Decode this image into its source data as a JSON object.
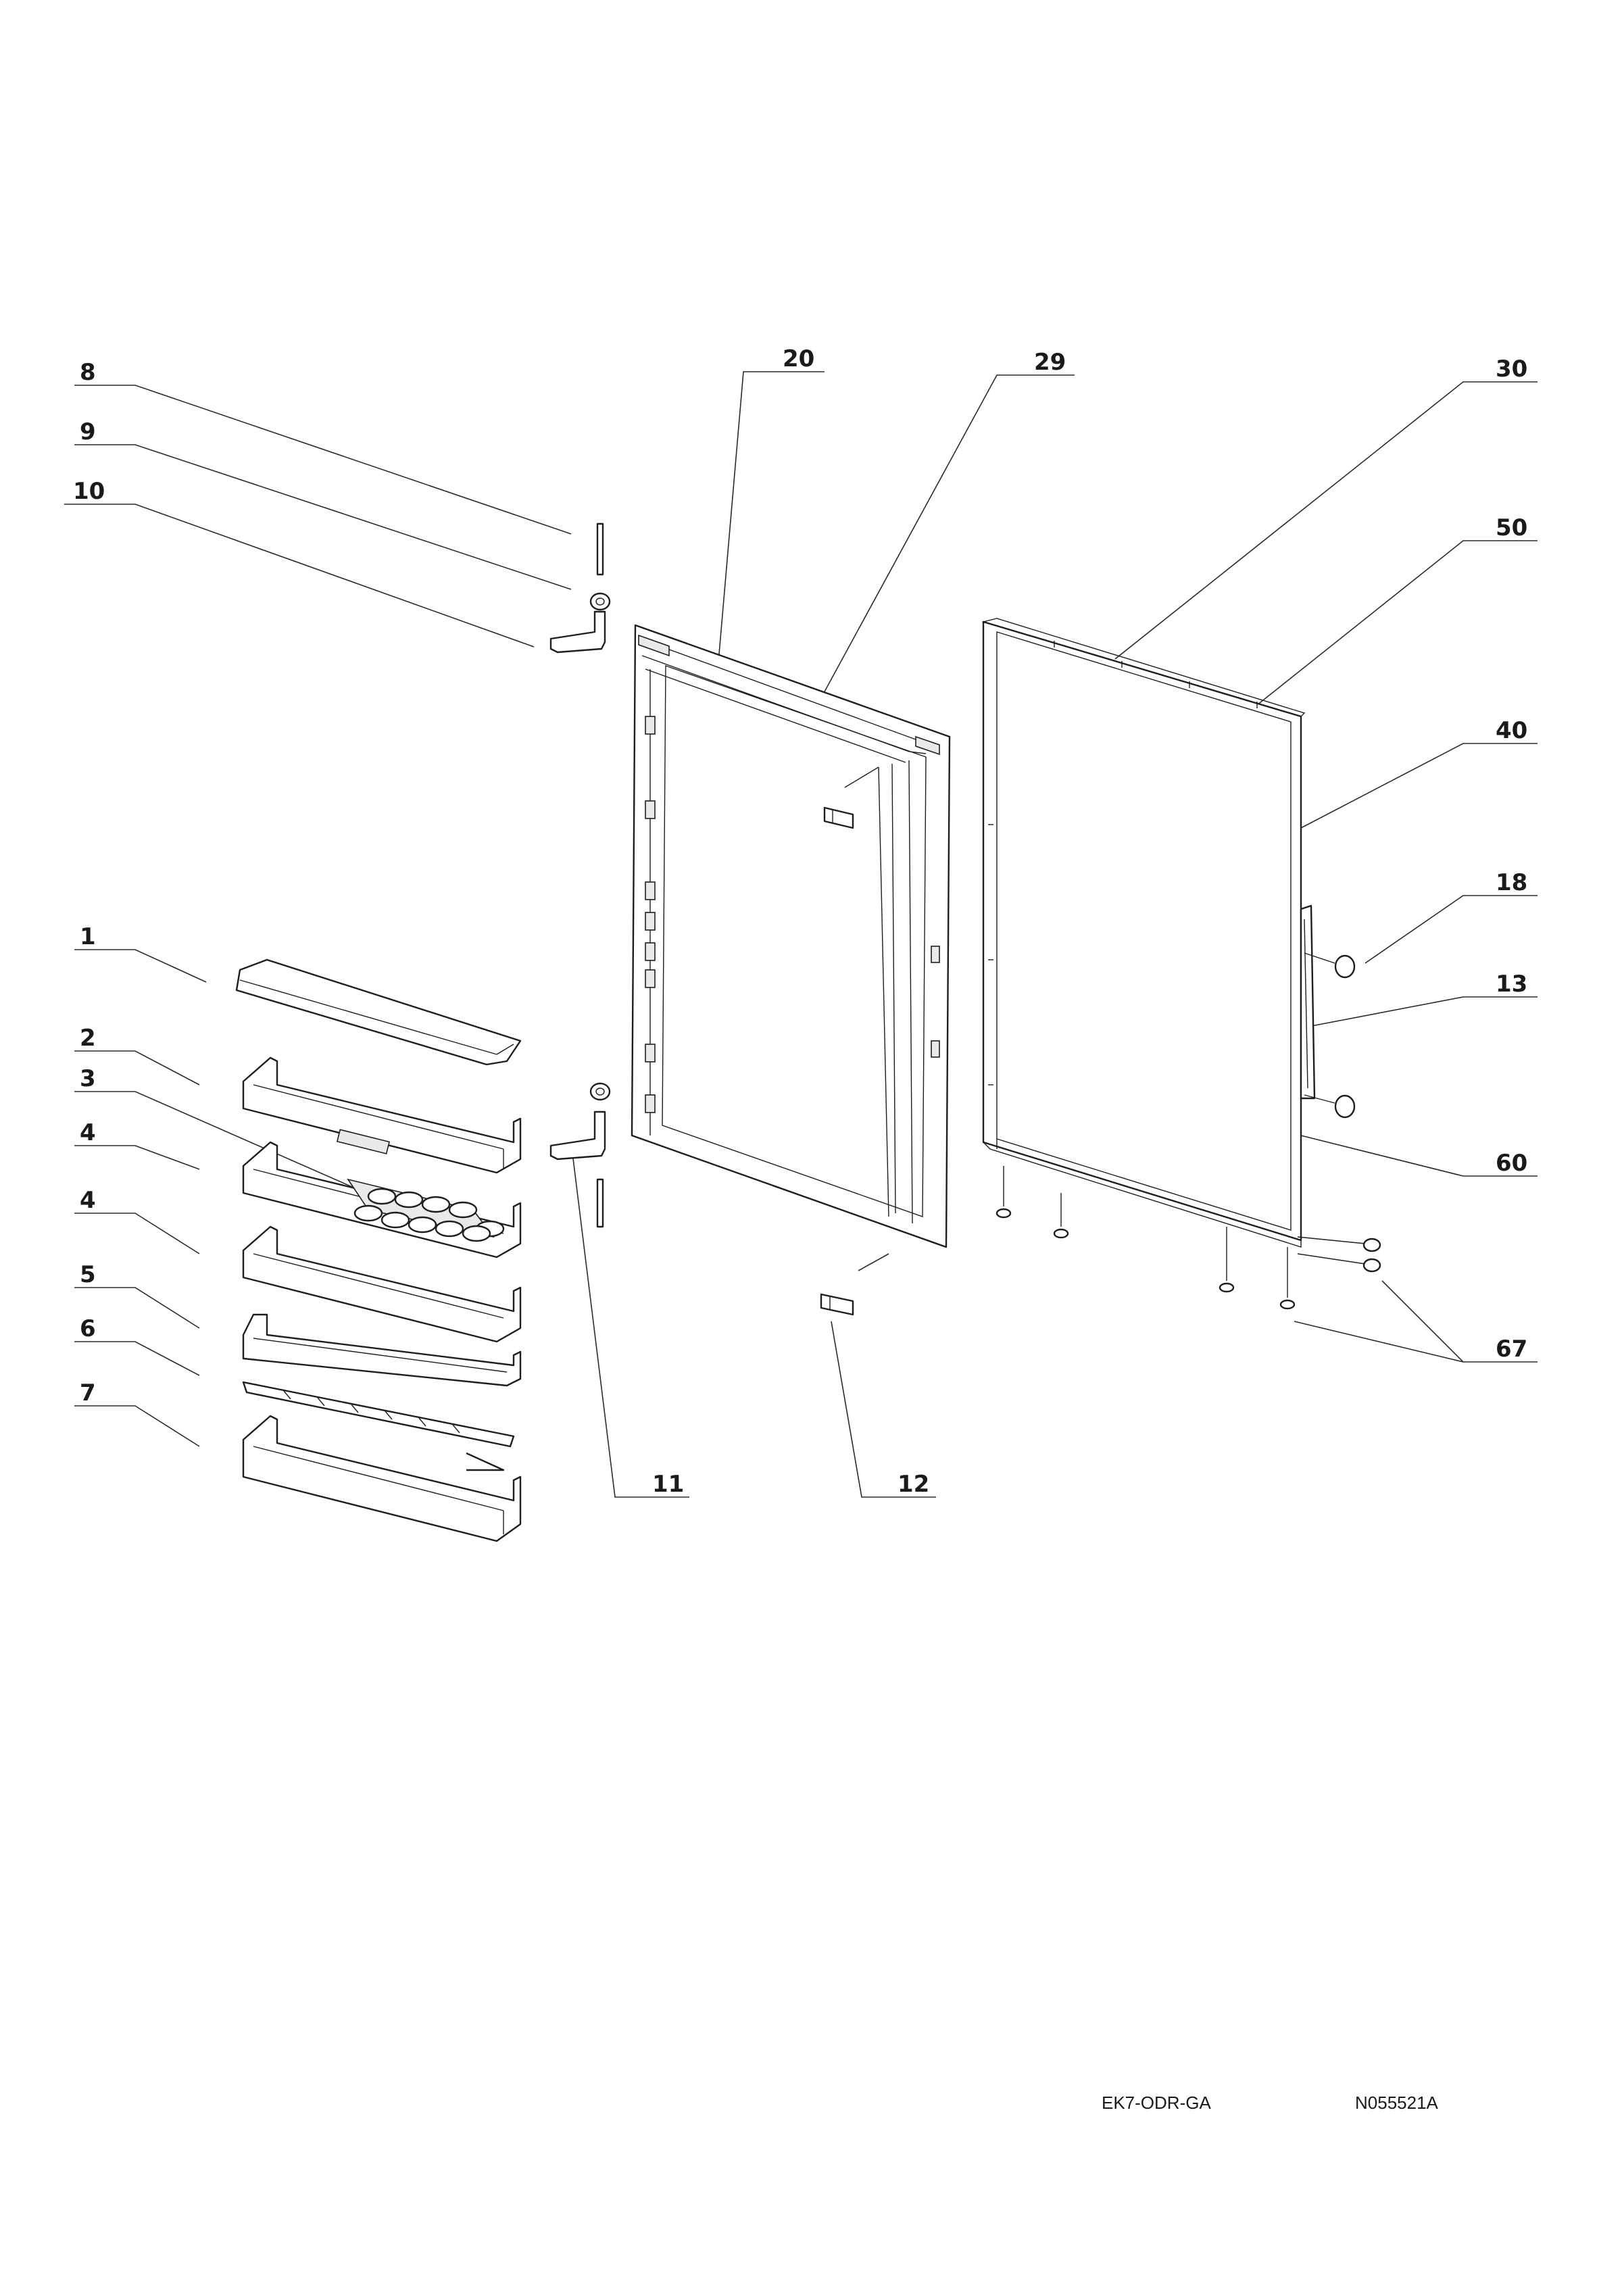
{
  "diagram": {
    "callouts": {
      "c1": "1",
      "c2": "2",
      "c3": "3",
      "c4a": "4",
      "c4b": "4",
      "c5": "5",
      "c6": "6",
      "c7": "7",
      "c8": "8",
      "c9": "9",
      "c10": "10",
      "c11": "11",
      "c12": "12",
      "c13": "13",
      "c18": "18",
      "c20": "20",
      "c29": "29",
      "c30": "30",
      "c40": "40",
      "c50": "50",
      "c60": "60",
      "c67": "67"
    },
    "footer": {
      "model_code": "EK7-ODR-GA",
      "drawing_number": "N055521A"
    }
  }
}
